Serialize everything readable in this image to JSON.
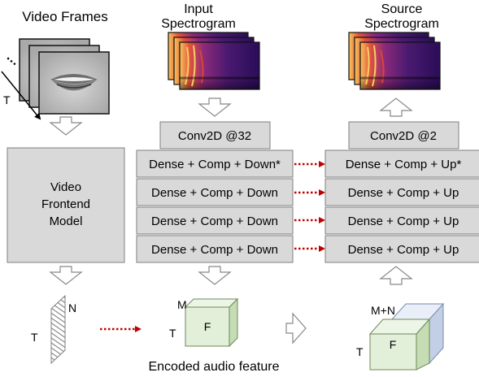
{
  "labels": {
    "video_frames": "Video Frames",
    "input_spectrogram_line1": "Input",
    "input_spectrogram_line2": "Spectrogram",
    "source_spectrogram_line1": "Source",
    "source_spectrogram_line2": "Spectrogram",
    "dots": "…",
    "time_axis": "T",
    "video_frontend_line1": "Video",
    "video_frontend_line2": "Frontend",
    "video_frontend_line3": "Model",
    "encoded_audio_feature": "Encoded audio feature"
  },
  "encoder": {
    "conv": "Conv2D @32",
    "blocks": [
      "Dense + Comp + Down*",
      "Dense + Comp + Down",
      "Dense + Comp + Down",
      "Dense + Comp + Down"
    ]
  },
  "decoder": {
    "conv": "Conv2D @2",
    "blocks": [
      "Dense + Comp + Up*",
      "Dense + Comp + Up",
      "Dense + Comp + Up",
      "Dense + Comp + Up"
    ]
  },
  "video_feature": {
    "n": "N",
    "t": "T"
  },
  "encoded_cube": {
    "m": "M",
    "f": "F",
    "t": "T"
  },
  "source_cube": {
    "mn": "M+N",
    "f": "F",
    "t": "T"
  },
  "colors": {
    "block_fill": "#d9d9d9",
    "block_stroke": "#7f7f7f",
    "skip_arrow": "#c00000",
    "cube_green": "#e2efd9",
    "cube_blue": "#dae3f3"
  }
}
